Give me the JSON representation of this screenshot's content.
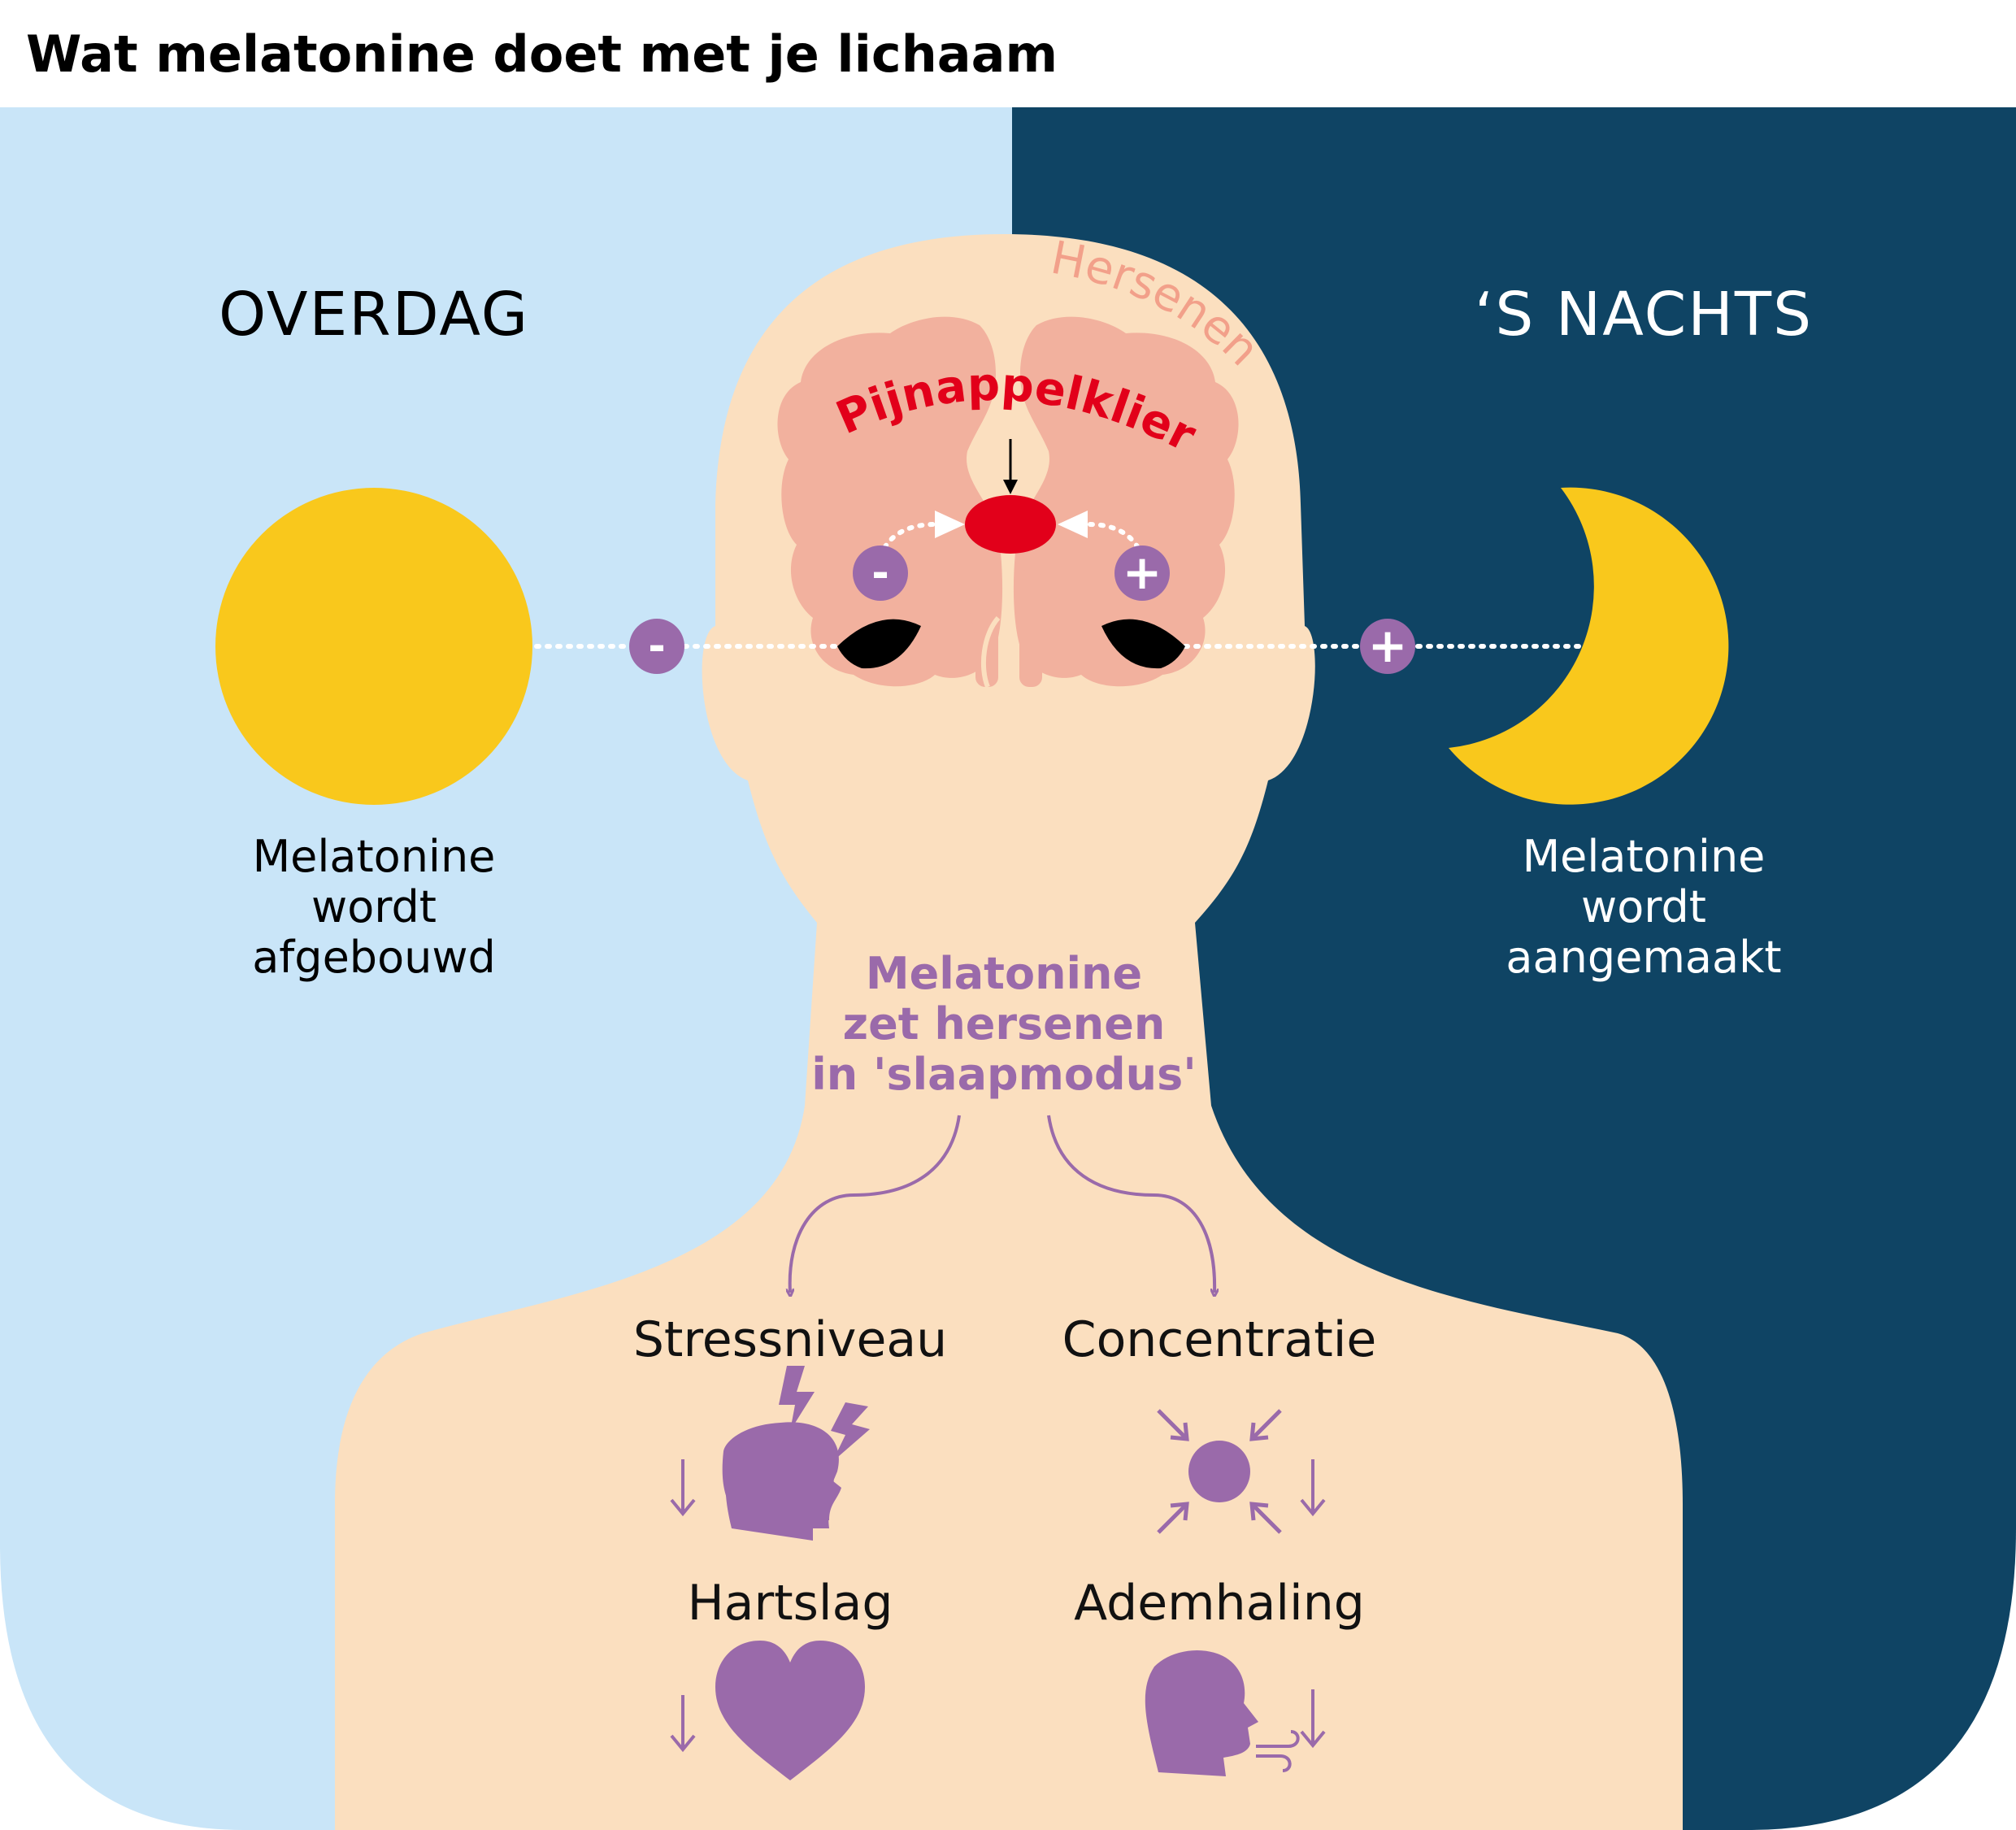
{
  "title": "Wat melatonine doet met je lichaam",
  "day": {
    "heading": "OVERDAG",
    "lines": [
      "Melatonine",
      "wordt",
      "afgebouwd"
    ]
  },
  "night": {
    "heading": "‘S NACHTS",
    "lines": [
      "Melatonine",
      "wordt",
      "aangemaakt"
    ]
  },
  "brain": {
    "label": "Hersenen",
    "gland": "Pijnappelklier"
  },
  "neck": {
    "lines": [
      "Melatonine",
      "zet hersenen",
      "in 'slaapmodus'"
    ]
  },
  "signs": {
    "minus": "-",
    "plus": "+"
  },
  "effects": {
    "stress": "Stressniveau",
    "concentration": "Concentratie",
    "heart": "Hartslag",
    "breathing": "Ademhaling"
  },
  "arrow_down": "↓",
  "colors": {
    "day_bg": "#c9e5f8",
    "night_bg": "#0f4464",
    "skin": "#fbdfbf",
    "brain": "#f2b19e",
    "gland": "#e2001a",
    "purple": "#9a6aaa",
    "sun": "#f9c81c"
  },
  "icons": [
    "sun-icon",
    "moon-icon",
    "eye-icon",
    "lightning-head-icon",
    "focus-icon",
    "heart-icon",
    "breathing-head-icon"
  ]
}
